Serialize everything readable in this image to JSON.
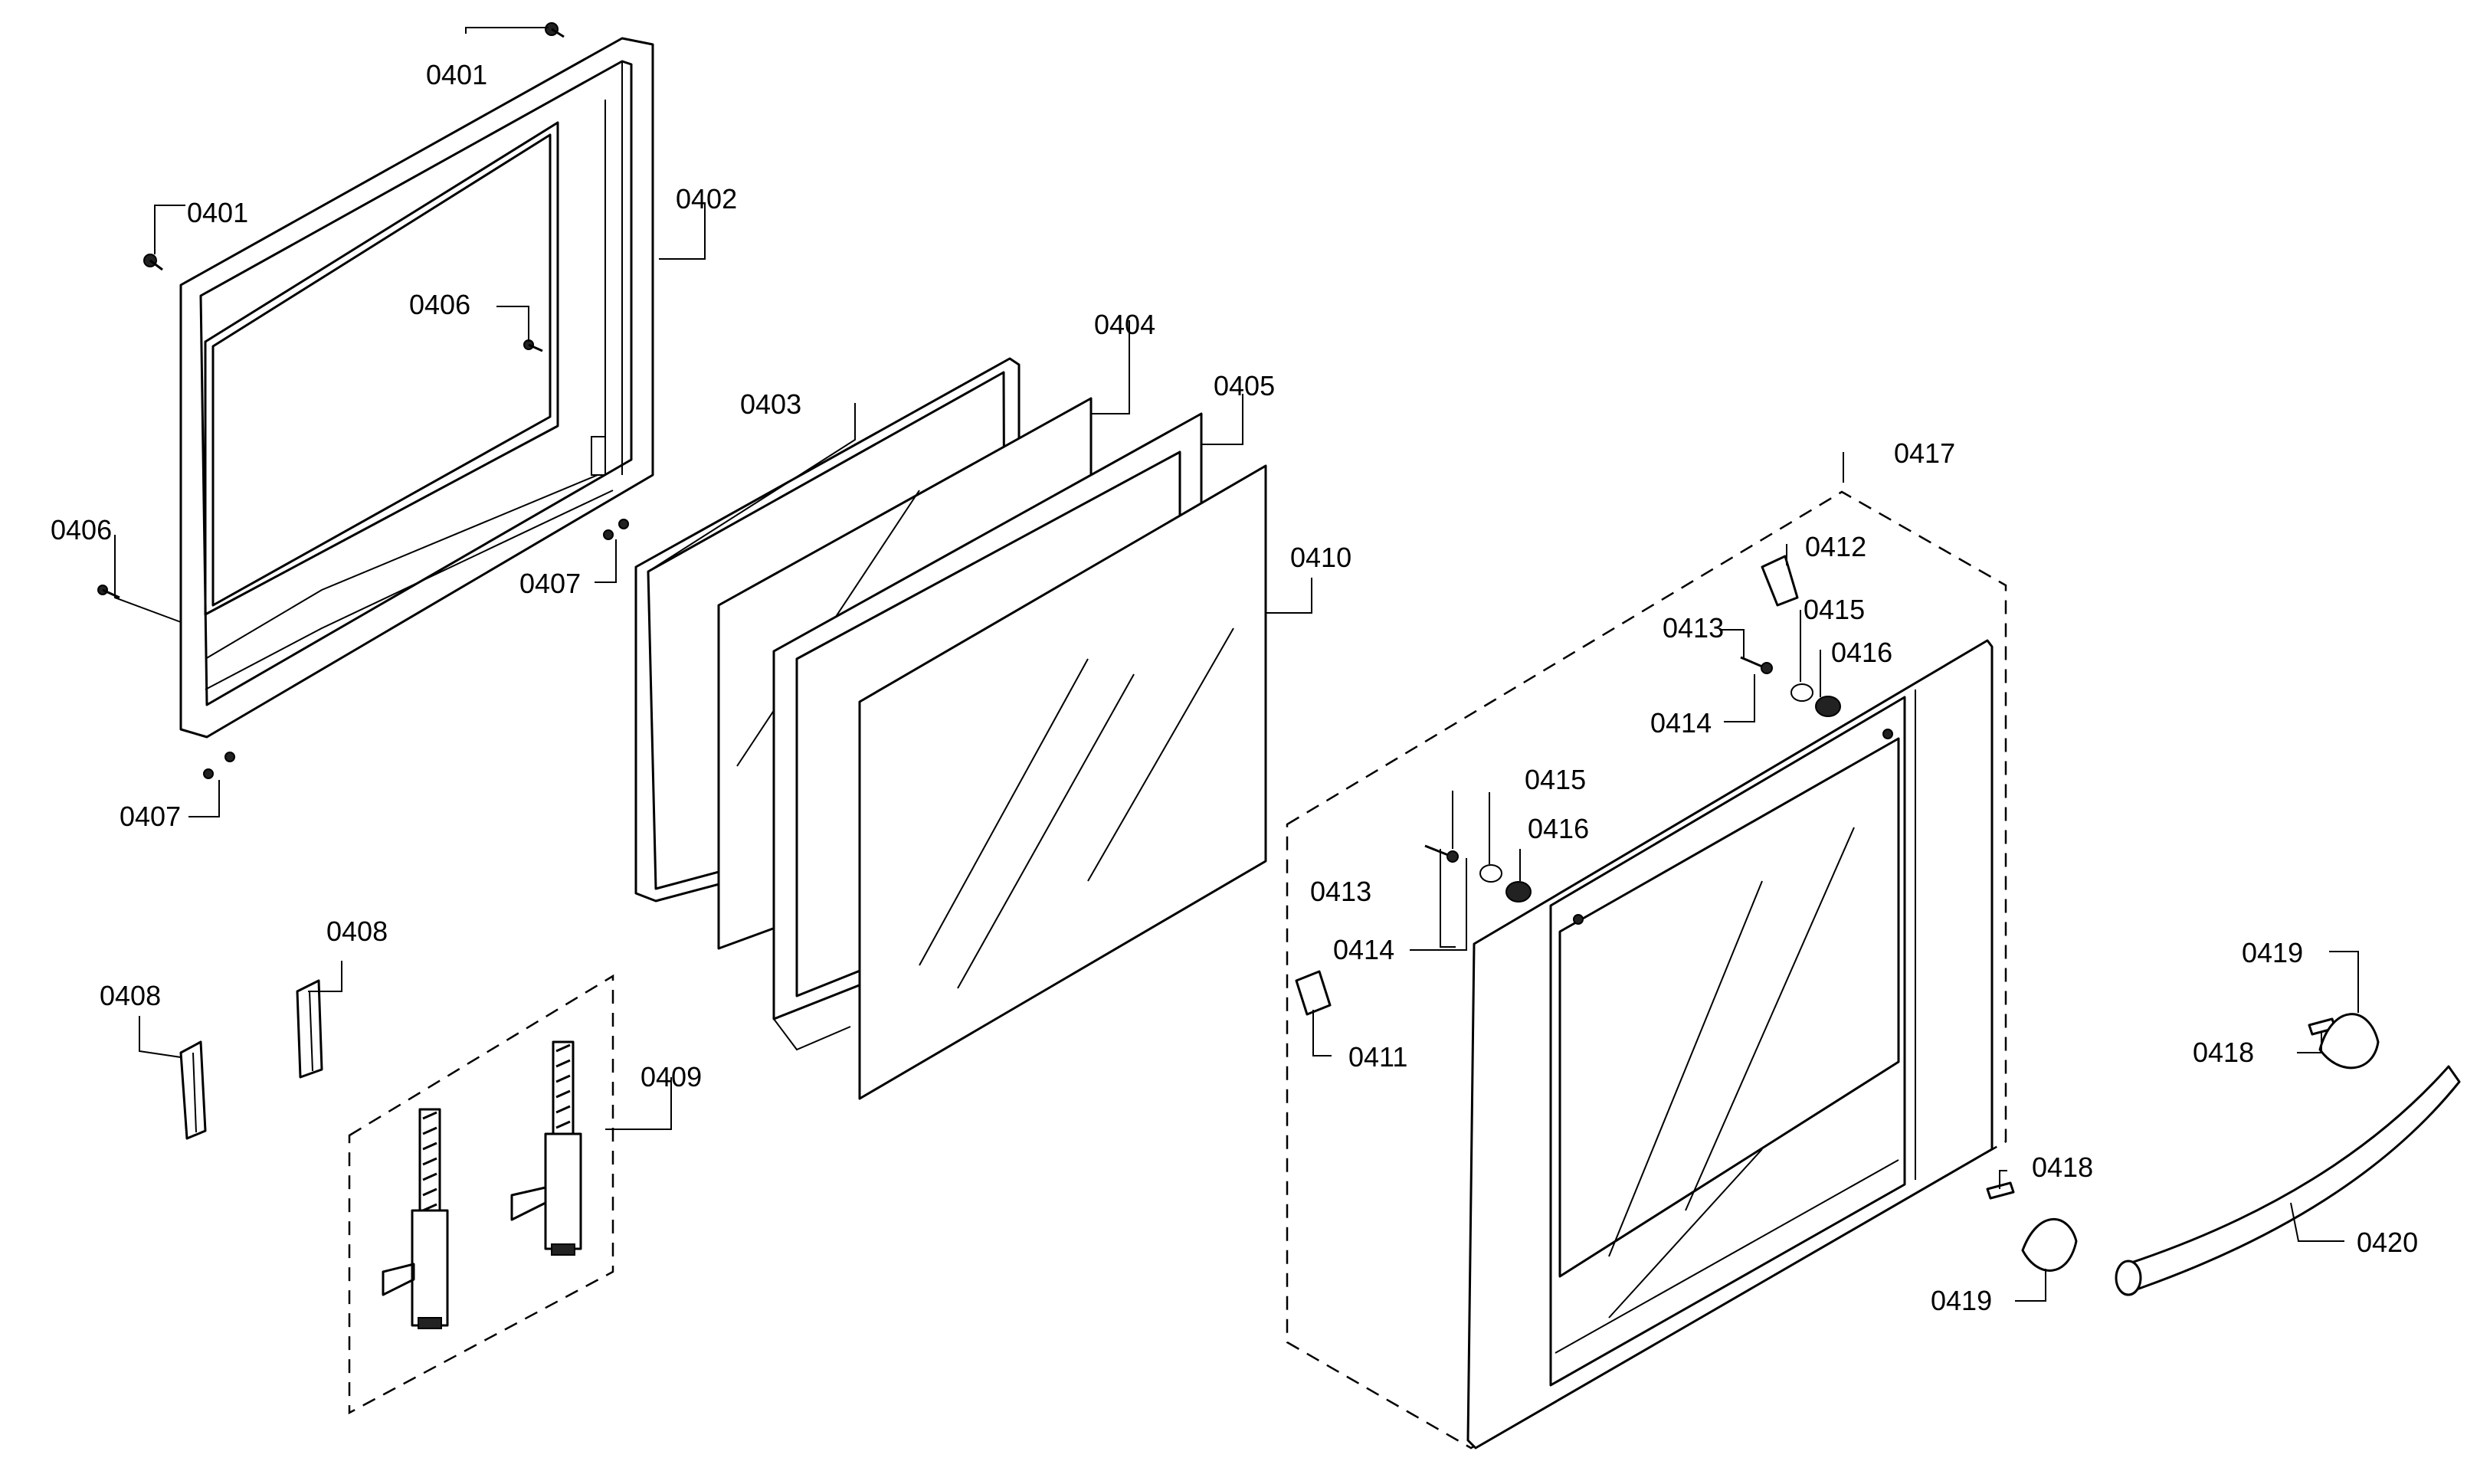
{
  "labels": {
    "l0401a": "0401",
    "l0401b": "0401",
    "l0402": "0402",
    "l0406a": "0406",
    "l0406b": "0406",
    "l0407a": "0407",
    "l0407b": "0407",
    "l0403": "0403",
    "l0404": "0404",
    "l0405": "0405",
    "l0410": "0410",
    "l0408a": "0408",
    "l0408b": "0408",
    "l0409": "0409",
    "l0417": "0417",
    "l0412": "0412",
    "l0413a": "0413",
    "l0413b": "0413",
    "l0414a": "0414",
    "l0414b": "0414",
    "l0415a": "0415",
    "l0415b": "0415",
    "l0416a": "0416",
    "l0416b": "0416",
    "l0411": "0411",
    "l0418a": "0418",
    "l0418b": "0418",
    "l0419a": "0419",
    "l0419b": "0419",
    "l0420": "0420"
  }
}
